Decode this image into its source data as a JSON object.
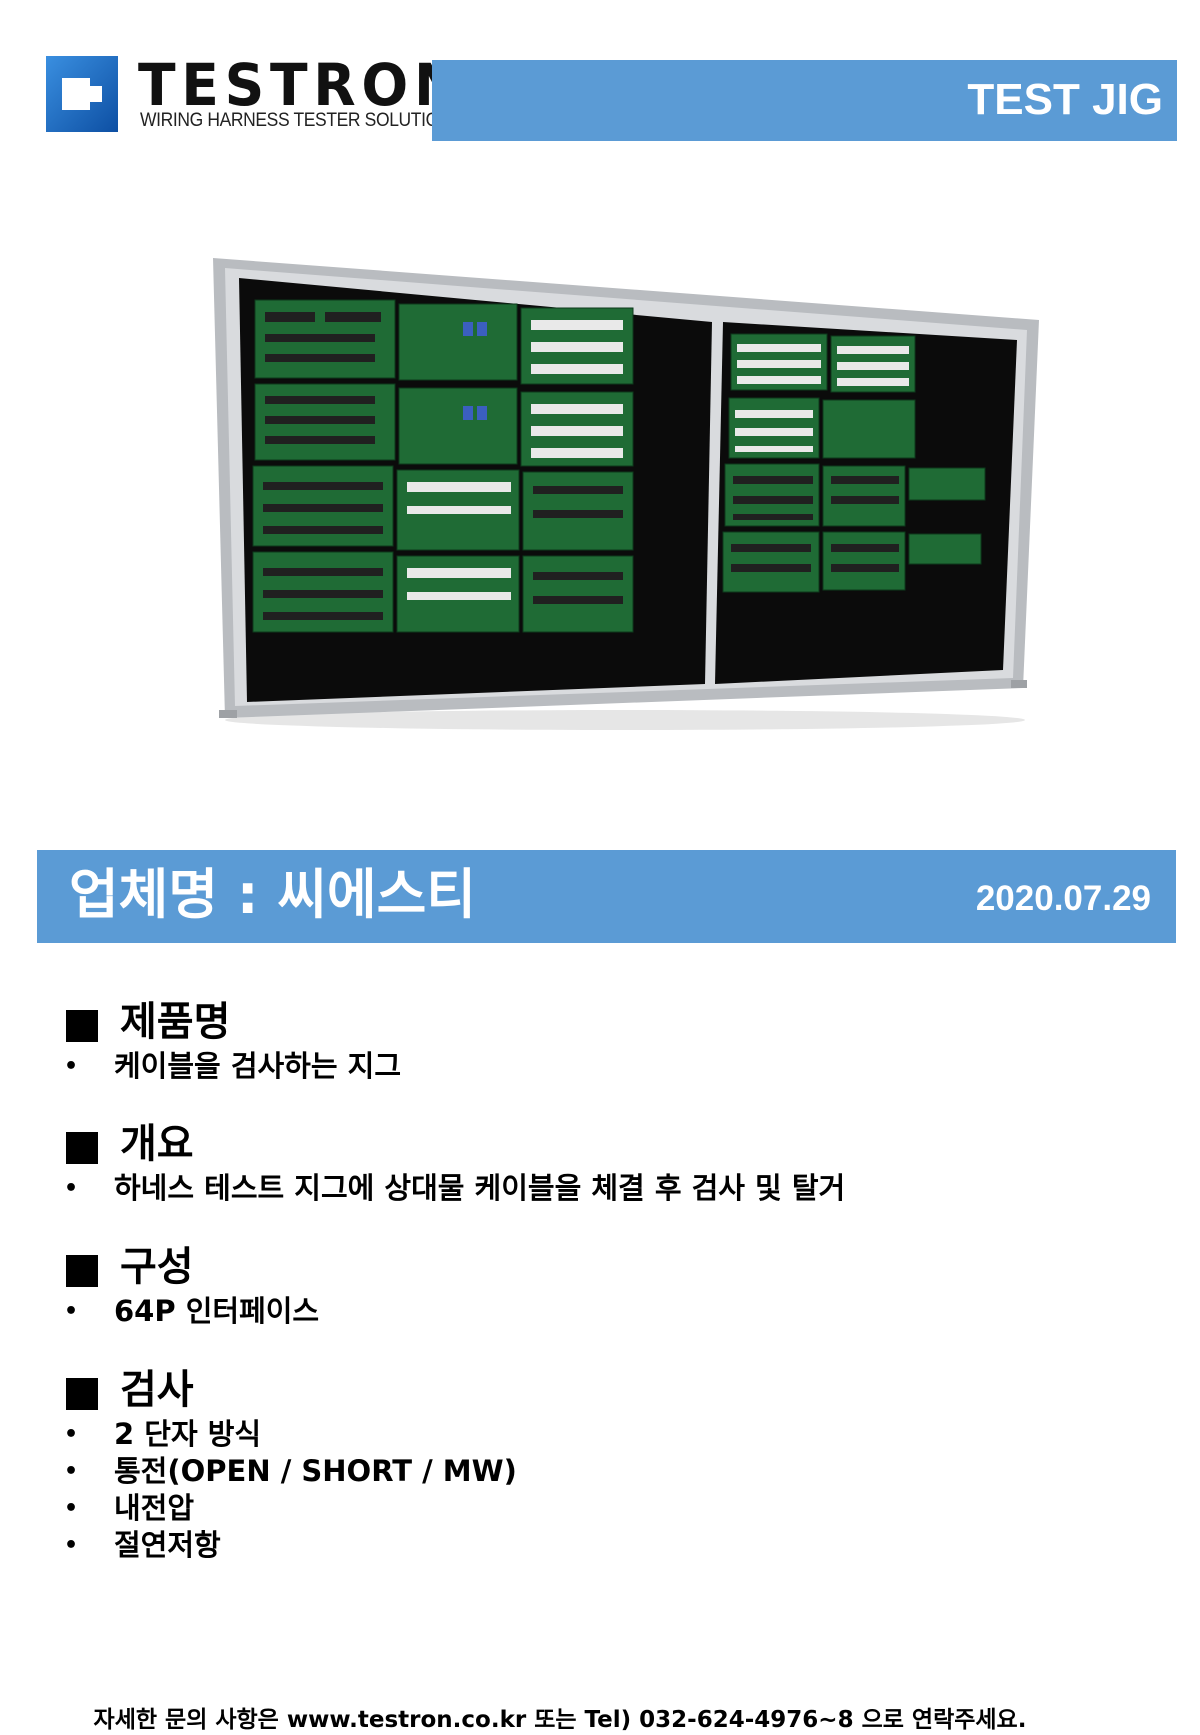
{
  "header": {
    "logo_name": "TESTRON",
    "logo_tagline": "WIRING HARNESS TESTER SOLUTIONS",
    "title": "TEST JIG"
  },
  "company": {
    "label": "업체명 : 씨에스티",
    "date": "2020.07.29"
  },
  "sections": [
    {
      "title": "제품명",
      "items": [
        " 케이블을 검사하는 지그"
      ]
    },
    {
      "title": "개요",
      "items": [
        "하네스 테스트 지그에 상대물 케이블을 체결 후 검사 및 탈거"
      ]
    },
    {
      "title": "구성",
      "items": [
        "64P 인터페이스"
      ]
    },
    {
      "title": "검사",
      "items": [
        "2 단자 방식",
        "통전(OPEN / SHORT / MW)",
        "내전압",
        "절연저항"
      ]
    }
  ],
  "bullet": "•",
  "footer": "자세한 문의 사항은 www.testron.co.kr 또는 Tel) 032-624-4976~8 으로 연락주세요.",
  "colors": {
    "accent": "#5b9bd5",
    "logo_blue": "#1a6fc4"
  }
}
